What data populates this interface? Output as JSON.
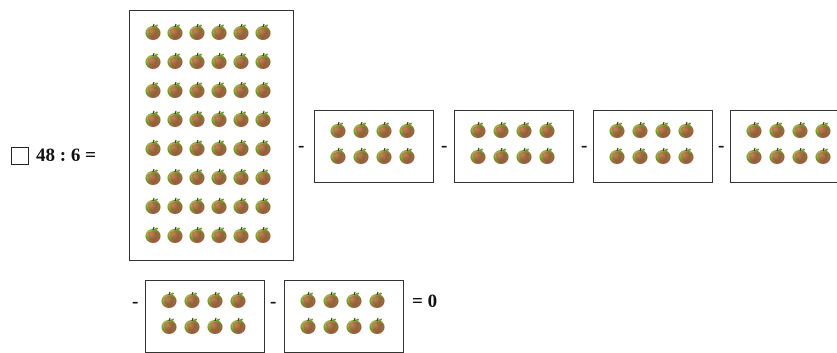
{
  "equation": {
    "dividend_divisor": "48 : 6 =",
    "minus_sign": "-",
    "result": "= 0"
  },
  "total_group": {
    "count": 48,
    "rows": 8,
    "cols": 6
  },
  "subtract_groups": {
    "count_each": 8,
    "rows": 2,
    "cols": 4,
    "number_of_groups": 6
  },
  "colors": {
    "apple_red": "#b23a48",
    "apple_green": "#6f9e2a",
    "apple_highlight": "#e9d46a",
    "frame": "#333333"
  },
  "icons": {
    "item": "apple-icon",
    "answer_box": "checkbox"
  }
}
